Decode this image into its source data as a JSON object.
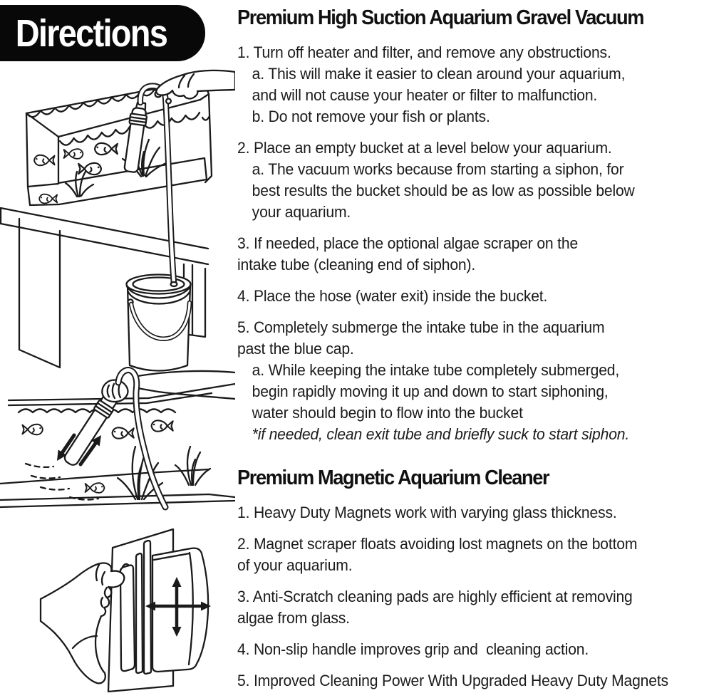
{
  "banner": {
    "label": "Directions"
  },
  "colors": {
    "paper": "#ffffff",
    "ink": "#1b1b1b",
    "line_art": "#1a1a1a",
    "banner_bg": "#080808",
    "banner_text": "#ffffff"
  },
  "sections": [
    {
      "title": "Premium High Suction Aquarium Gravel Vacuum",
      "paragraphs": [
        {
          "lines": [
            "1. Turn off heater and filter, and remove any obstructions.",
            "a. This will make it easier to clean around your aquarium,",
            "and will not cause your heater or filter to malfunction.",
            "b. Do not remove your fish or plants."
          ]
        },
        {
          "lines": [
            "2. Place an empty bucket at a level below your aquarium.",
            "a. The vacuum works because from starting a siphon, for",
            "best results the bucket should be as low as possible below",
            "your aquarium."
          ]
        },
        {
          "lines": [
            "3. If needed, place the optional algae scraper on the",
            "intake tube (cleaning end of siphon)."
          ]
        },
        {
          "lines": [
            "4. Place the hose (water exit) inside the bucket."
          ]
        },
        {
          "lines": [
            "5. Completely submerge the intake tube in the aquarium",
            "past the blue cap.",
            "a. While keeping the intake tube completely submerged,",
            "begin rapidly moving it up and down to start siphoning,",
            "water should begin to flow into the bucket",
            "*if needed, clean exit tube and briefly suck to start siphon."
          ]
        }
      ]
    },
    {
      "title": "Premium Magnetic Aquarium Cleaner",
      "paragraphs": [
        {
          "lines": [
            "1. Heavy Duty Magnets work with varying glass thickness."
          ]
        },
        {
          "lines": [
            "2. Magnet scraper floats avoiding lost magnets on the bottom",
            "of your aquarium."
          ]
        },
        {
          "lines": [
            "3. Anti-Scratch cleaning pads are highly efficient at removing",
            "algae from glass."
          ]
        },
        {
          "lines": [
            "4. Non-slip handle improves grip and  cleaning action."
          ]
        },
        {
          "lines": [
            "5. Improved Cleaning Power With Upgraded Heavy Duty Magnets"
          ]
        }
      ]
    }
  ],
  "illustrations": [
    {
      "name": "gravel-vacuum-setup-illustration"
    },
    {
      "name": "siphon-technique-illustration"
    },
    {
      "name": "magnetic-cleaner-illustration"
    }
  ]
}
